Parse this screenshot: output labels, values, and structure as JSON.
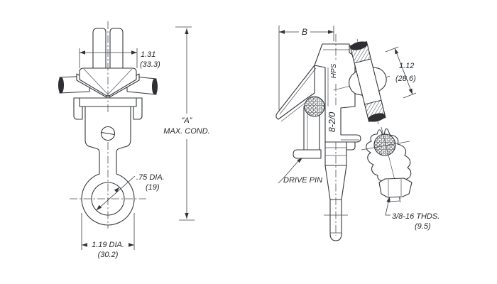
{
  "front_view": {
    "dim_top_width_in": "1.31",
    "dim_top_width_mm": "(33.3)",
    "dim_height_label_1": "”A”",
    "dim_height_label_2": "MAX.  COND.",
    "dim_hole_in": ".75 DIA.",
    "dim_hole_mm": "(19)",
    "dim_eye_in": "1.19 DIA.",
    "dim_eye_mm": "(30.2)"
  },
  "side_view": {
    "dim_width_label": "B",
    "body_marking_brand": "HPS",
    "body_marking_range": "8-2/0",
    "dim_conductor_in": "1.12",
    "dim_conductor_mm": "(28.6)",
    "callout_drive_pin": "DRIVE PIN",
    "callout_thread_1": "3/8-16 THDS.",
    "callout_thread_2": "(9.5)"
  },
  "colors": {
    "line": "#33373b",
    "background": "#ffffff",
    "fill_dark": "#2f2f31"
  }
}
